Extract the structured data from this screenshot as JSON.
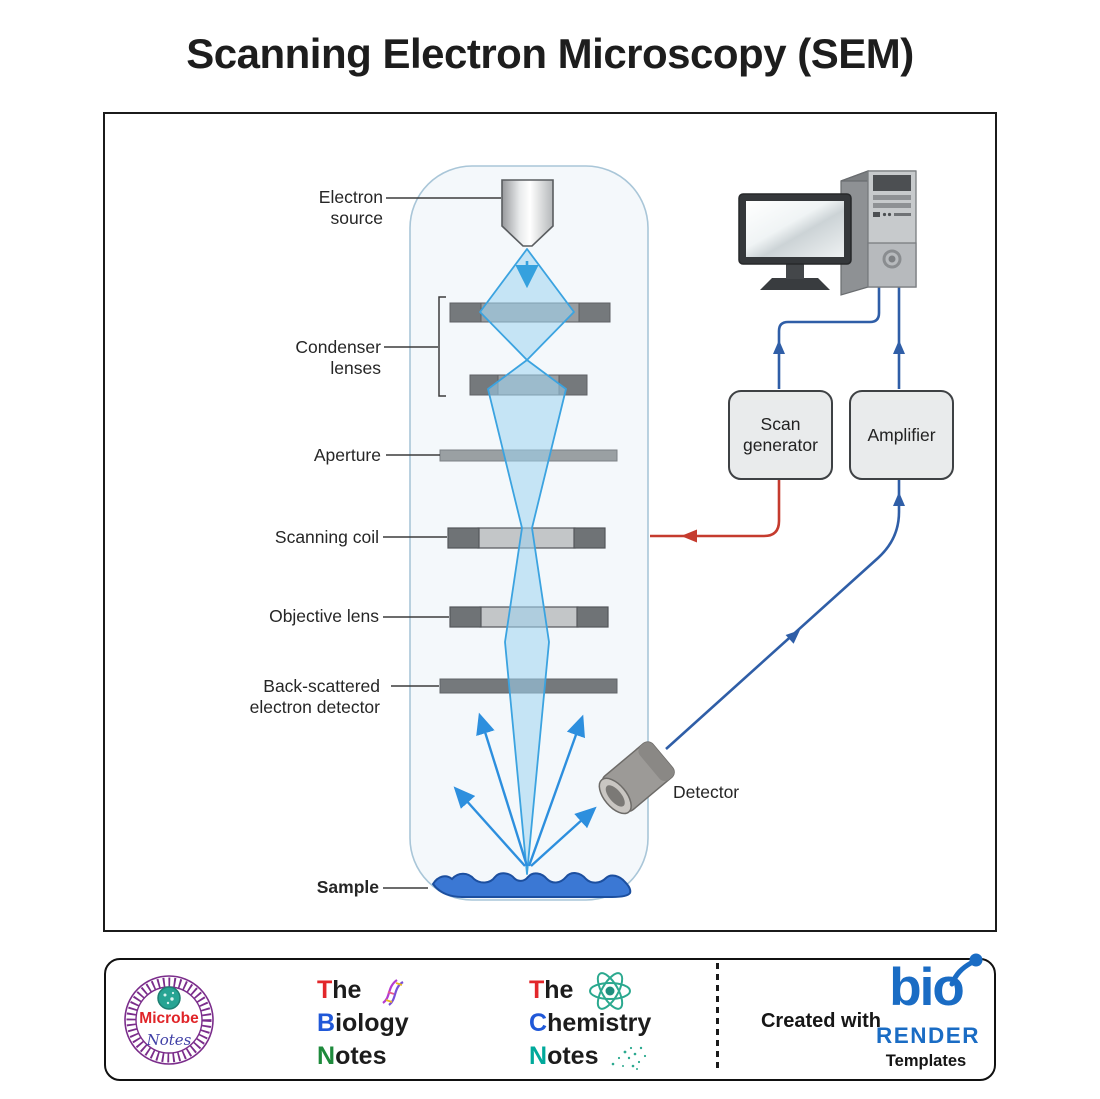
{
  "title": "Scanning Electron Microscopy (SEM)",
  "diagram": {
    "labels": {
      "electron_source": "Electron source",
      "condenser_lenses": "Condenser lenses",
      "aperture": "Aperture",
      "scanning_coil": "Scanning coil",
      "objective_lens": "Objective lens",
      "back_scattered": "Back-scattered electron detector",
      "sample": "Sample",
      "detector": "Detector"
    },
    "boxes": {
      "scan_generator": "Scan generator",
      "amplifier": "Amplifier"
    },
    "colors": {
      "beam_fill": "#9ed4f0",
      "beam_edge": "#3ba3e0",
      "sample_blue": "#3b78d4",
      "wire_blue": "#2f5ea7",
      "wire_red": "#c53b2e",
      "biorender_blue": "#1a6cc4",
      "microbe_purple": "#7b2d8b",
      "atom_teal": "#2ba98f"
    }
  },
  "footer": {
    "microbe": {
      "title": "Microbe",
      "subtitle": "Notes"
    },
    "biology": {
      "t": "T",
      "he": "he ",
      "b": "B",
      "iology": "iology",
      "n": "N",
      "otes": "otes"
    },
    "chemistry": {
      "t": "T",
      "he": "he ",
      "c": "C",
      "hemistry": "hemistry",
      "n": "N",
      "otes": "otes"
    },
    "created_with": "Created with",
    "biorender": {
      "bio": "bio",
      "render": "RENDER",
      "templates": "Templates"
    }
  }
}
